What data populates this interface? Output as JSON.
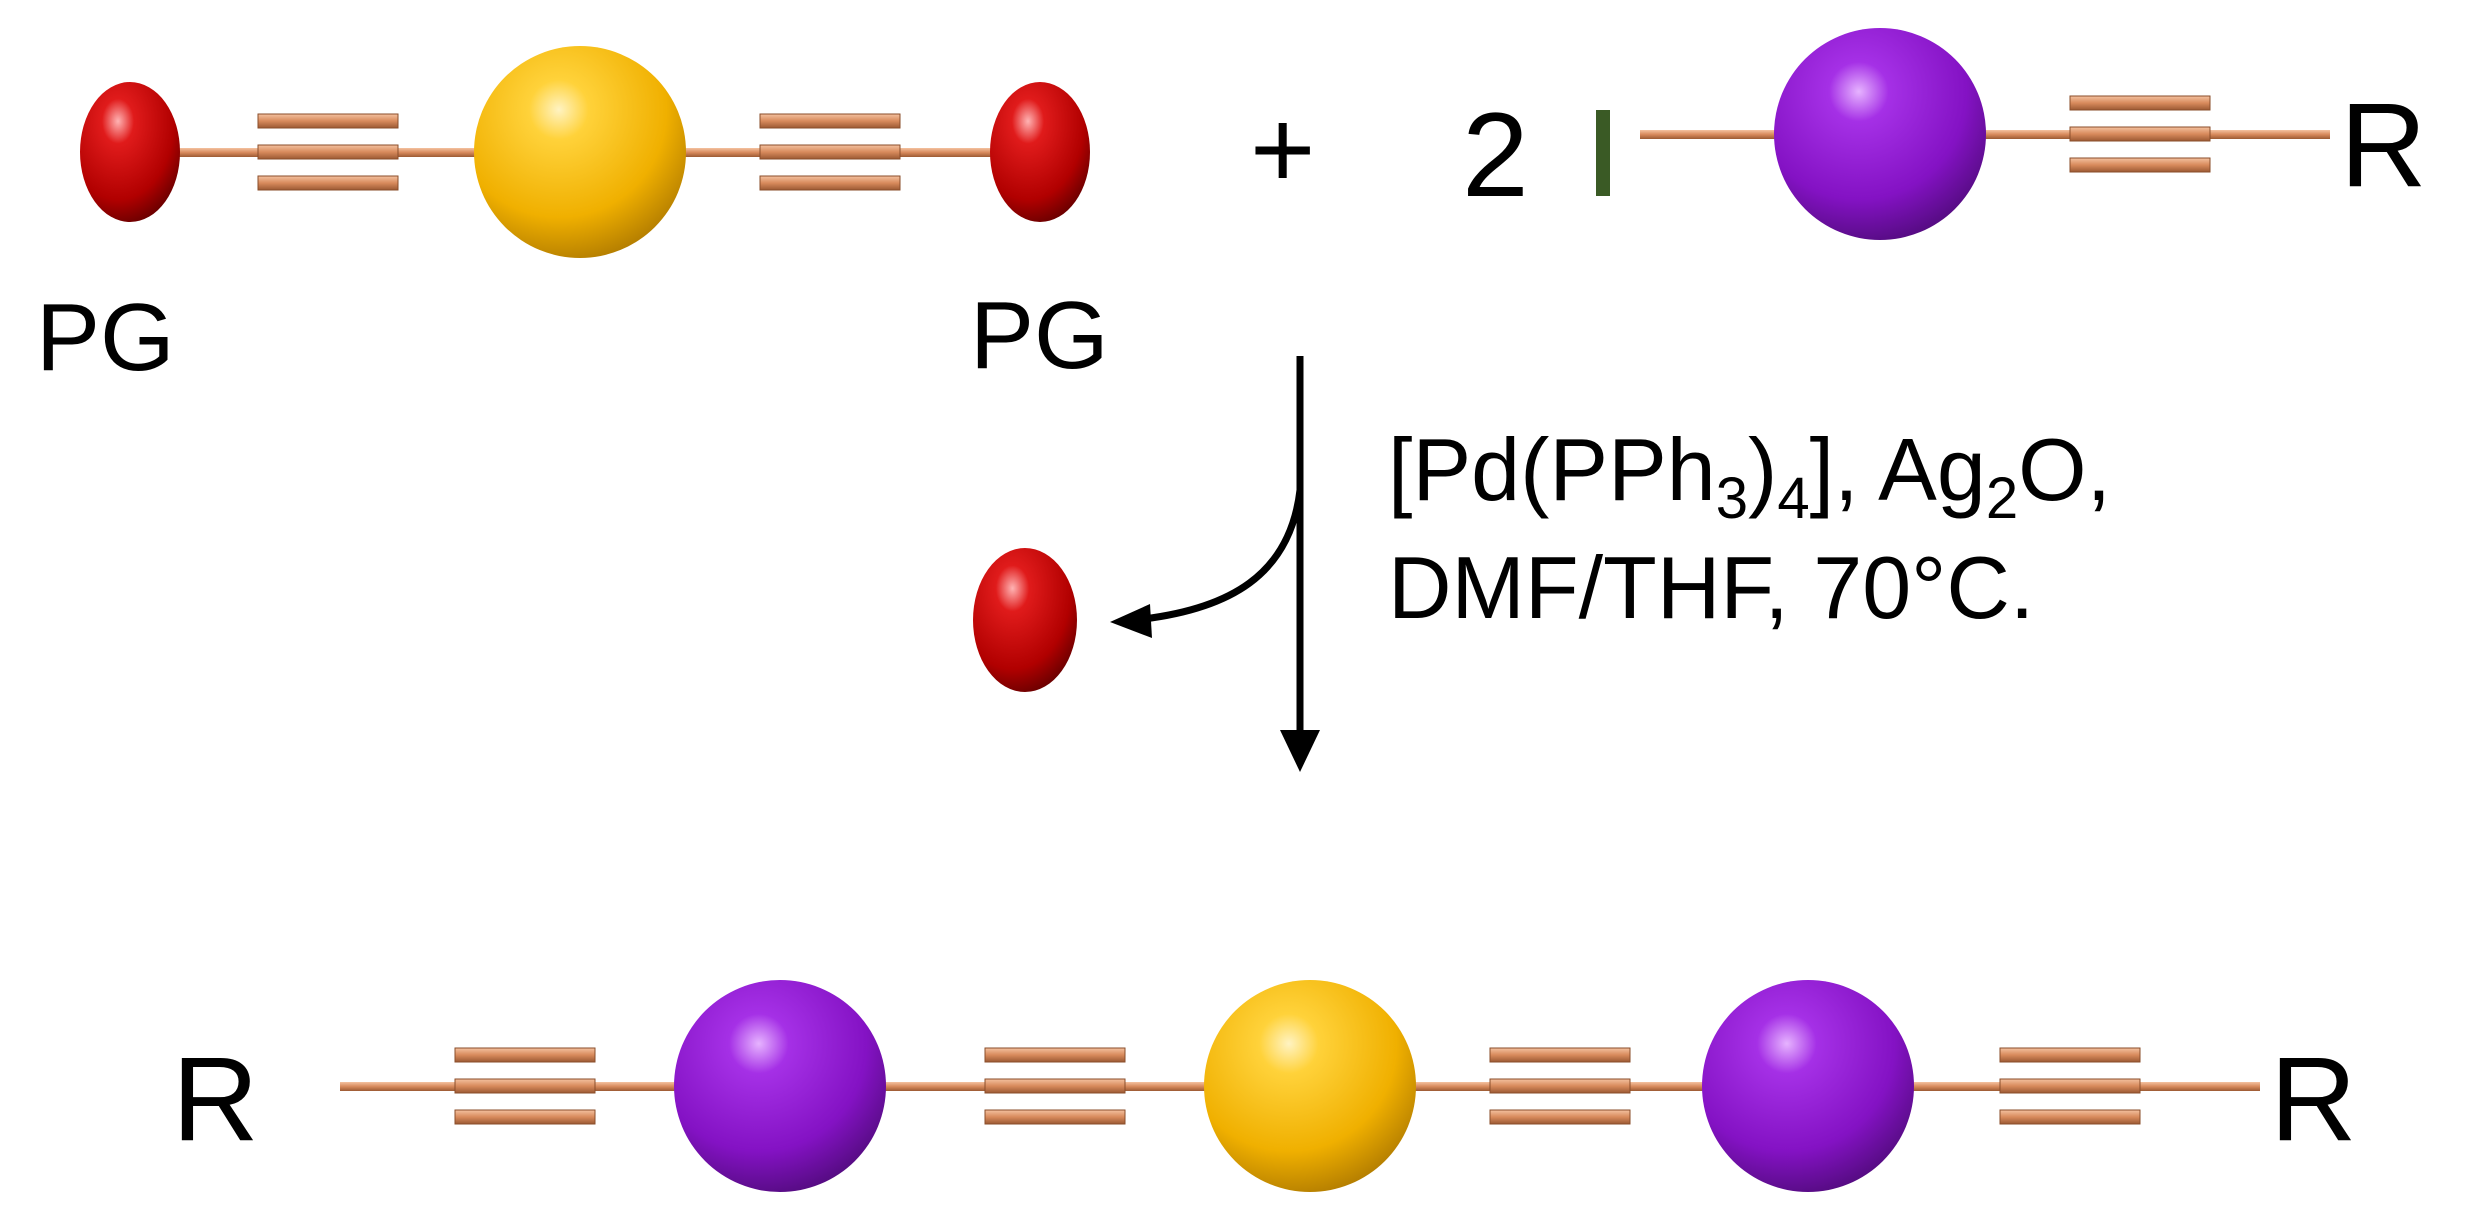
{
  "labels": {
    "pg_left": "PG",
    "pg_right": "PG",
    "plus": "+",
    "coefficient": "2",
    "r_top": "R",
    "r_bottom_left": "R",
    "r_bottom_right": "R"
  },
  "conditions": {
    "line1": {
      "t1": "[Pd(PPh",
      "s1": "3",
      "t2": ")",
      "s2": "4",
      "t3": "], Ag",
      "s3": "2",
      "t4": "O,"
    },
    "line2": "DMF/THF, 70°C."
  },
  "colors": {
    "protecting_group": "#c80000",
    "gold_center": "#f2b700",
    "purple_center": "#8a12c9",
    "bond": "#d99166",
    "terminus_mark": "#3a5a25",
    "arrow": "#000000"
  },
  "icons": {
    "protecting_group": "red-ellipsoid",
    "gold_center": "gold-sphere",
    "purple_center": "purple-sphere",
    "triple_bond": "triple-bond-rods"
  }
}
